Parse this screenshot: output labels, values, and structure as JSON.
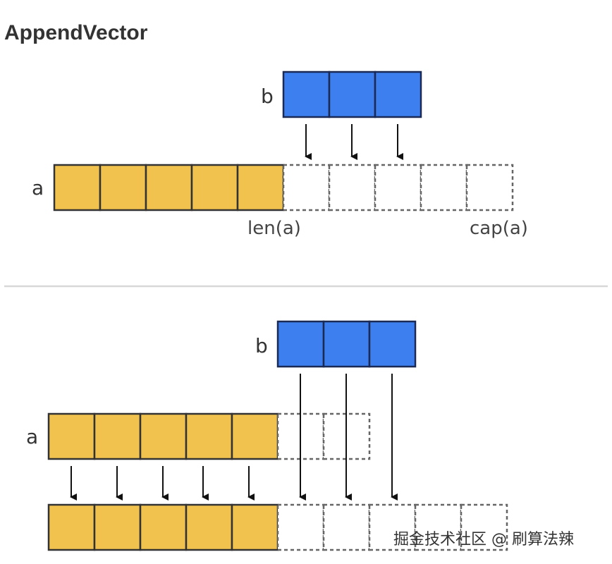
{
  "title": "AppendVector",
  "top": {
    "b_label": "b",
    "a_label": "a",
    "len_label": "len(a)",
    "cap_label": "cap(a)"
  },
  "bottom": {
    "b_label": "b",
    "a_label": "a"
  },
  "watermark": "掘金技术社区 @ 刷算法辣",
  "colors": {
    "a_cell": "#f2c24e",
    "b_cell": "#3d7fef",
    "empty_cell_border": "#666666",
    "divider": "#d8d8d8"
  }
}
